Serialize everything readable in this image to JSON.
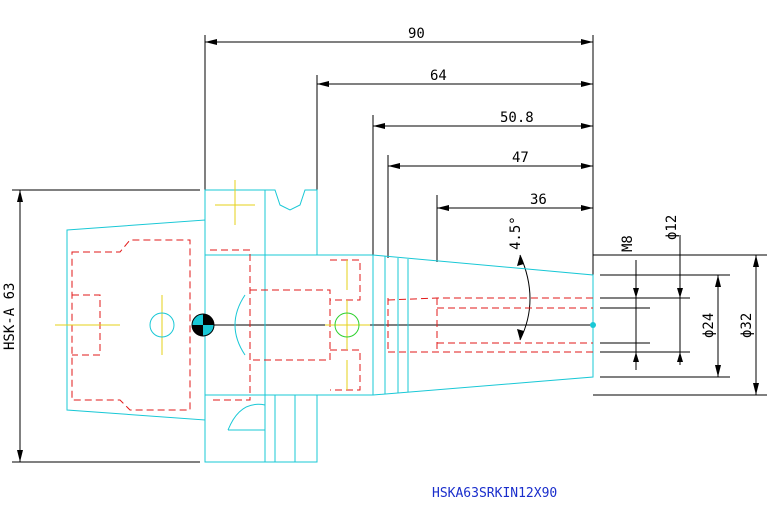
{
  "dimensions": {
    "overall_length": "90",
    "length_64": "64",
    "length_50_8": "50.8",
    "length_47": "47",
    "length_36": "36",
    "taper_angle": "4.5°",
    "thread": "M8",
    "bore": "ϕ12",
    "dia_24": "ϕ24",
    "dia_32": "ϕ32",
    "interface": "HSK-A 63"
  },
  "part_number": "HSKA63SRKIN12X90"
}
